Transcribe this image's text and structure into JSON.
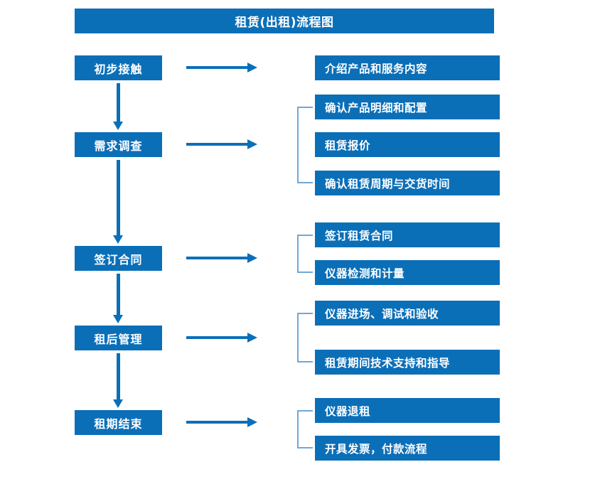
{
  "diagram": {
    "title": "租赁(出租)流程图",
    "colors": {
      "box_fill": "#0b6fb8",
      "box_text": "#ffffff",
      "arrow": "#0b6fb8",
      "bracket": "#6fa8d6",
      "background": "#ffffff"
    },
    "stages": [
      {
        "label": "初步接触"
      },
      {
        "label": "需求调查"
      },
      {
        "label": "签订合同"
      },
      {
        "label": "租后管理"
      },
      {
        "label": "租期结束"
      }
    ],
    "details": [
      {
        "label": "介绍产品和服务内容"
      },
      {
        "label": "确认产品明细和配置"
      },
      {
        "label": "租赁报价"
      },
      {
        "label": "确认租赁周期与交货时间"
      },
      {
        "label": "签订租赁合同"
      },
      {
        "label": "仪器检测和计量"
      },
      {
        "label": "仪器进场、调试和验收"
      },
      {
        "label": "租赁期间技术支持和指导"
      },
      {
        "label": "仪器退租"
      },
      {
        "label": "开具发票，付款流程"
      }
    ]
  }
}
